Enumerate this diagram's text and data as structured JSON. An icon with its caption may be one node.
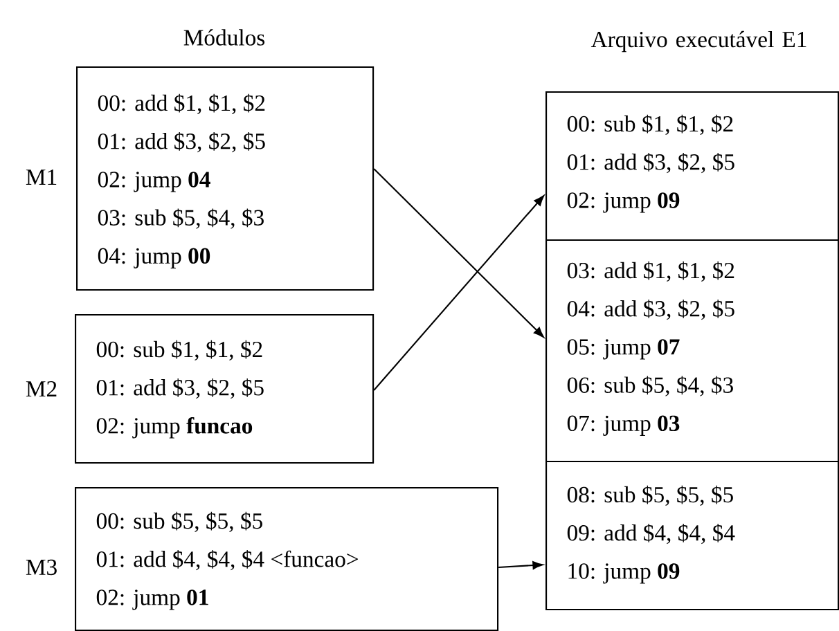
{
  "diagram": {
    "nodes": [
      {
        "text": [
          "00: add $1, $1, $2",
          "01: add $3, $2, $5",
          "02: jump **04**",
          "03: sub $5, $4, $3",
          "04: jump **00**"
        ],
        "beside": [
          "M1"
        ]
      },
      {
        "text": [
          "00: sub $1, $1, $2",
          "01: add $3, $2, $5",
          "02: jump **funcao**"
        ],
        "beside": [
          "M2"
        ]
      },
      {
        "text": [
          "00: sub $5, $5, $5",
          "01: add $4, $4, $4 <funcao>",
          "02: jump **01**"
        ],
        "beside": [
          "M3"
        ]
      },
      {
        "text": [
          "00: sub $1, $1, $2",
          "01: add $3, $2, $5",
          "02: jump **09**"
        ]
      },
      {
        "text": [
          "03: add $1, $1, $2",
          "04: add $3, $2, $5",
          "05: jump **07**",
          "06: sub $5, $4, $3",
          "07: jump **03**"
        ]
      },
      {
        "text": [
          "08: sub $5, $5, $5",
          "09: add $4, $4, $4",
          "10: jump **09**"
        ]
      }
    ],
    "edges": [
      {
        "from": 0,
        "to": 4,
        "arrow": "to"
      },
      {
        "from": 1,
        "to": 3,
        "arrow": "to"
      },
      {
        "from": 2,
        "to": 5,
        "arrow": "to"
      }
    ],
    "labels": [
      "Módulos",
      "Arquivo executável E1"
    ]
  }
}
